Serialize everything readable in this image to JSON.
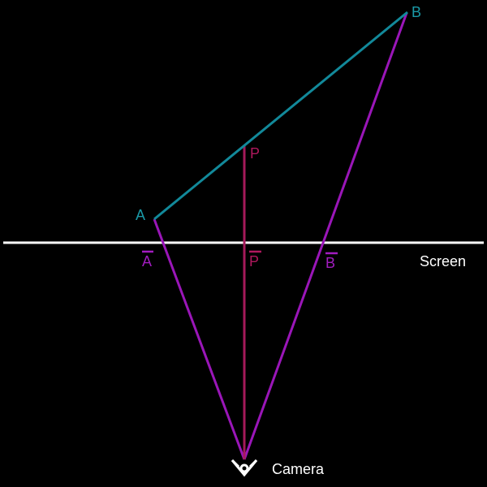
{
  "labels": {
    "point_a": "A",
    "point_b": "B",
    "point_p": "P",
    "proj_a": "A",
    "proj_p": "P",
    "proj_b": "B",
    "screen": "Screen",
    "camera": "Camera"
  },
  "colors": {
    "background": "#000000",
    "segment_ab": "#12899a",
    "projection_rays": "#9a16b8",
    "perpendicular_p": "#a51a5a",
    "screen_line": "#ffffff",
    "camera_icon": "#ffffff"
  },
  "icons": {
    "camera": "camera-icon"
  }
}
